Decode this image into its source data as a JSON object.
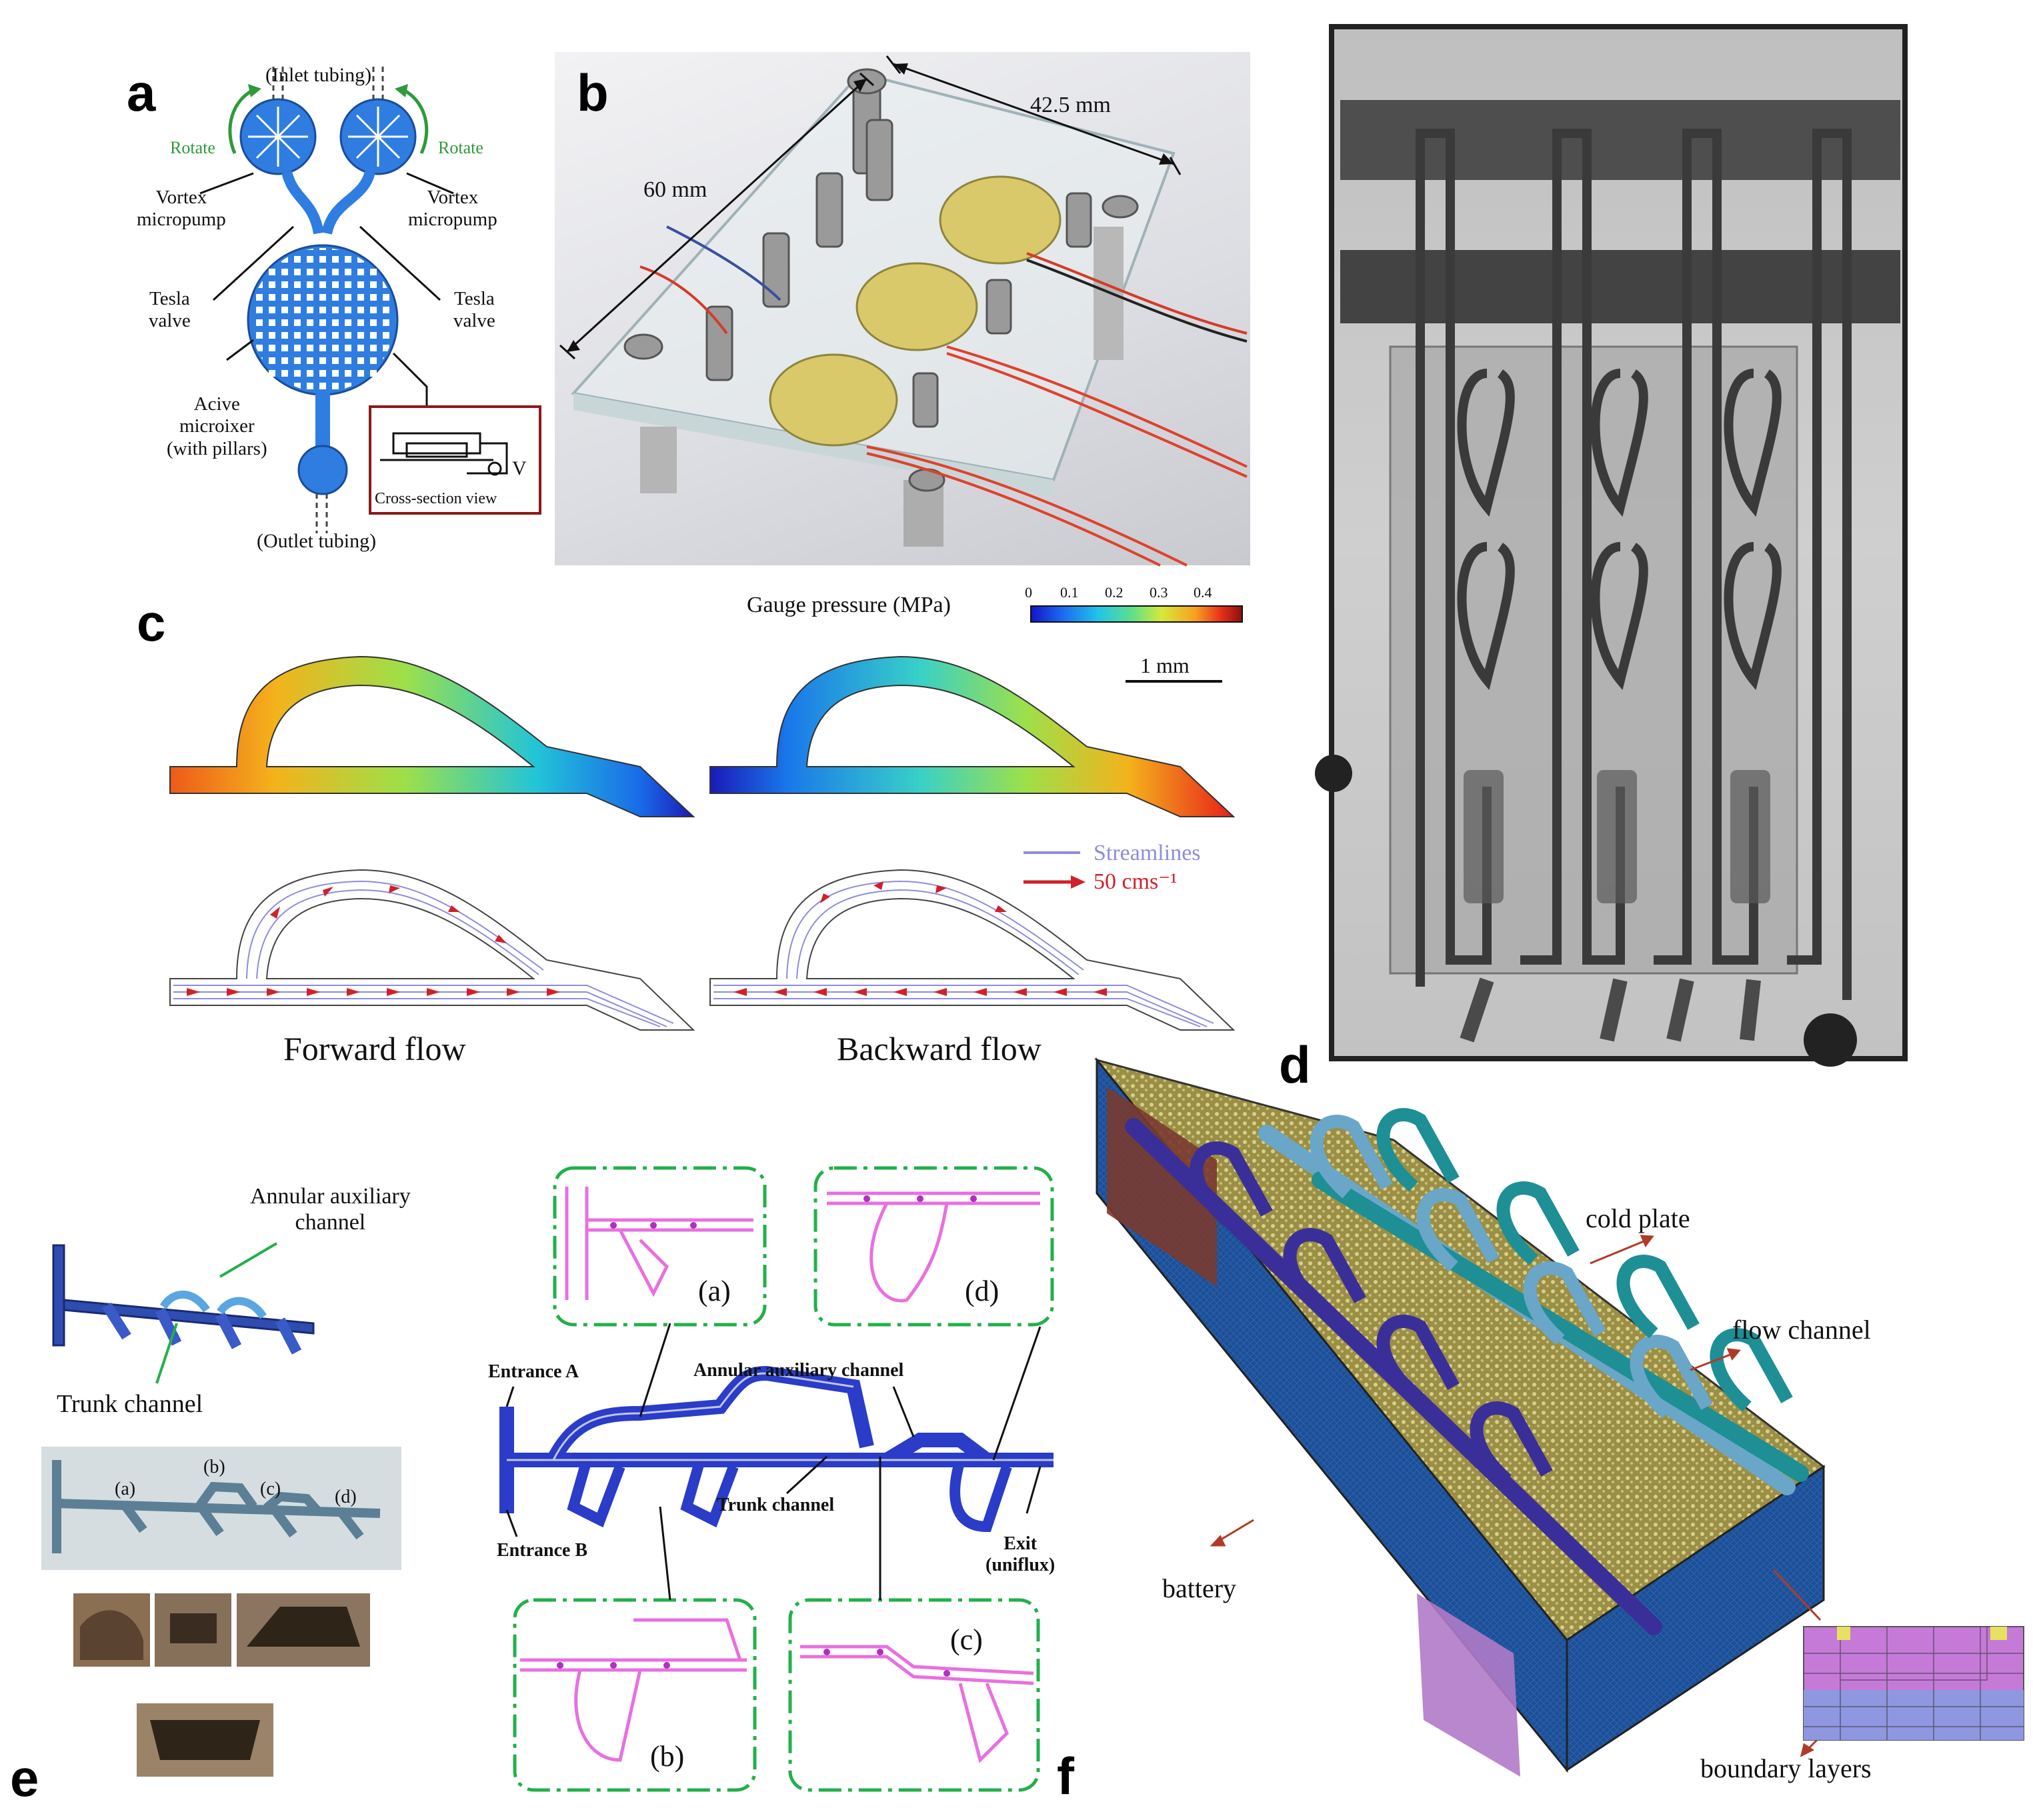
{
  "panels": {
    "a": {
      "label": "a",
      "inlet": "(Inlet tubing)",
      "rotate_left": "Rotate",
      "rotate_right": "Rotate",
      "vortex_left": [
        "Vortex",
        "micropump"
      ],
      "vortex_right": [
        "Vortex",
        "micropump"
      ],
      "tesla_left": [
        "Tesla",
        "valve"
      ],
      "tesla_right": [
        "Tesla",
        "valve"
      ],
      "mixer": [
        "Acive",
        "microixer",
        "(with pillars)"
      ],
      "cross_section": "Cross-section view",
      "voltage": "V",
      "outlet": "(Outlet tubing)"
    },
    "b": {
      "label": "b",
      "dim_width": "42.5 mm",
      "dim_length": "60 mm"
    },
    "c": {
      "label": "c",
      "colorbar_title": "Gauge pressure (MPa)",
      "colorbar_ticks": [
        "0",
        "0.1",
        "0.2",
        "0.3",
        "0.4"
      ],
      "scale_bar": "1 mm",
      "legend_streamlines": "Streamlines",
      "legend_velocity": "50 cms⁻¹",
      "forward": "Forward flow",
      "backward": "Backward flow"
    },
    "d": {
      "label": "d"
    },
    "e": {
      "label": "e",
      "annular": [
        "Annular auxiliary",
        "channel"
      ],
      "trunk": "Trunk channel",
      "sub_labels": [
        "(a)",
        "(b)",
        "(c)",
        "(d)"
      ]
    },
    "f_left": {
      "entrance_a": "Entrance A",
      "entrance_b": "Entrance B",
      "annular": "Annular auxiliary channel",
      "trunk": "Trunk channel",
      "exit": [
        "Exit",
        "(uniflux)"
      ],
      "insets": [
        "(a)",
        "(d)",
        "(b)",
        "(c)"
      ]
    },
    "f": {
      "label": "f",
      "cold_plate": "cold plate",
      "flow_channel": "flow channel",
      "battery": "battery",
      "boundary_layers": "boundary layers"
    }
  },
  "colors": {
    "channel_blue": "#2f7de0",
    "label_green": "#2e9a3a",
    "streamline": "#8d8ddd",
    "velocity_red": "#d0202a",
    "inset_border": "#22b04a",
    "cold_plate": "#9a8f45",
    "battery_blue": "#1d4f96",
    "flow_purple": "#3a2f98",
    "flow_light": "#6aa6c8",
    "flow_teal": "#1d8f95"
  }
}
